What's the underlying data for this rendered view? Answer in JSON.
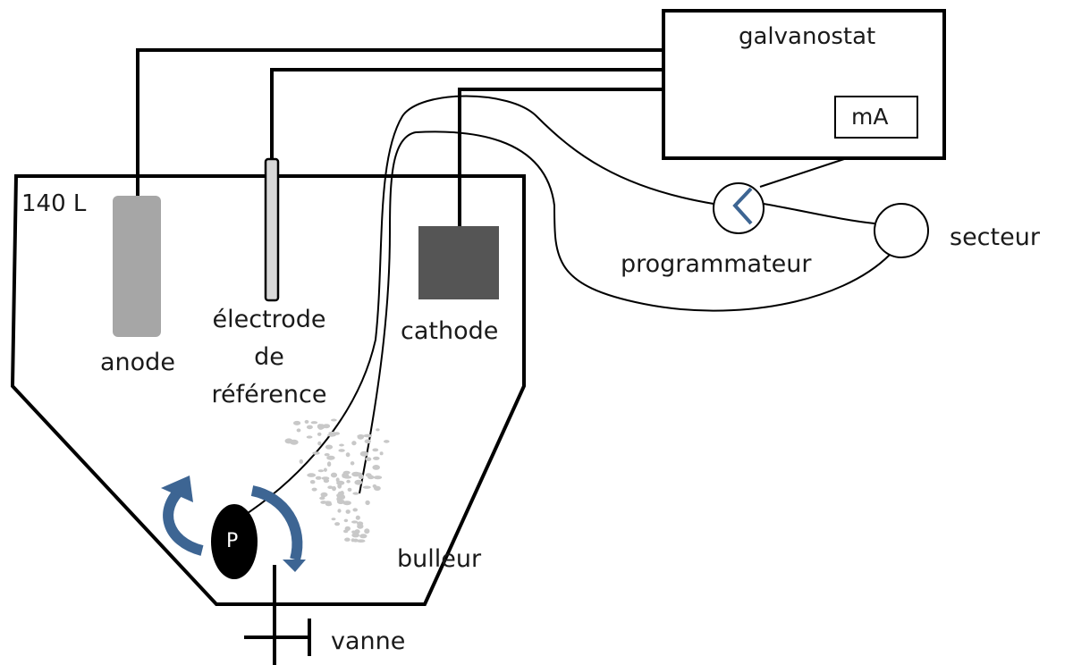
{
  "tank": {
    "volume_label": "140 L"
  },
  "components": {
    "anode_label": "anode",
    "reference_electrode_lines": [
      "électrode",
      "de",
      "référence"
    ],
    "cathode_label": "cathode",
    "pump_label": "P",
    "bubbler_label": "bulleur",
    "valve_label": "vanne"
  },
  "instruments": {
    "galvanostat_label": "galvanostat",
    "meter_unit": "mA",
    "timer_label": "programmateur",
    "mains_label": "secteur"
  },
  "colors": {
    "anode": "#a6a6a6",
    "cathode": "#555555",
    "flow_arrows": "#3d6593",
    "bubbles": "#c8c8c8",
    "pump": "#000000",
    "line": "#000000"
  }
}
